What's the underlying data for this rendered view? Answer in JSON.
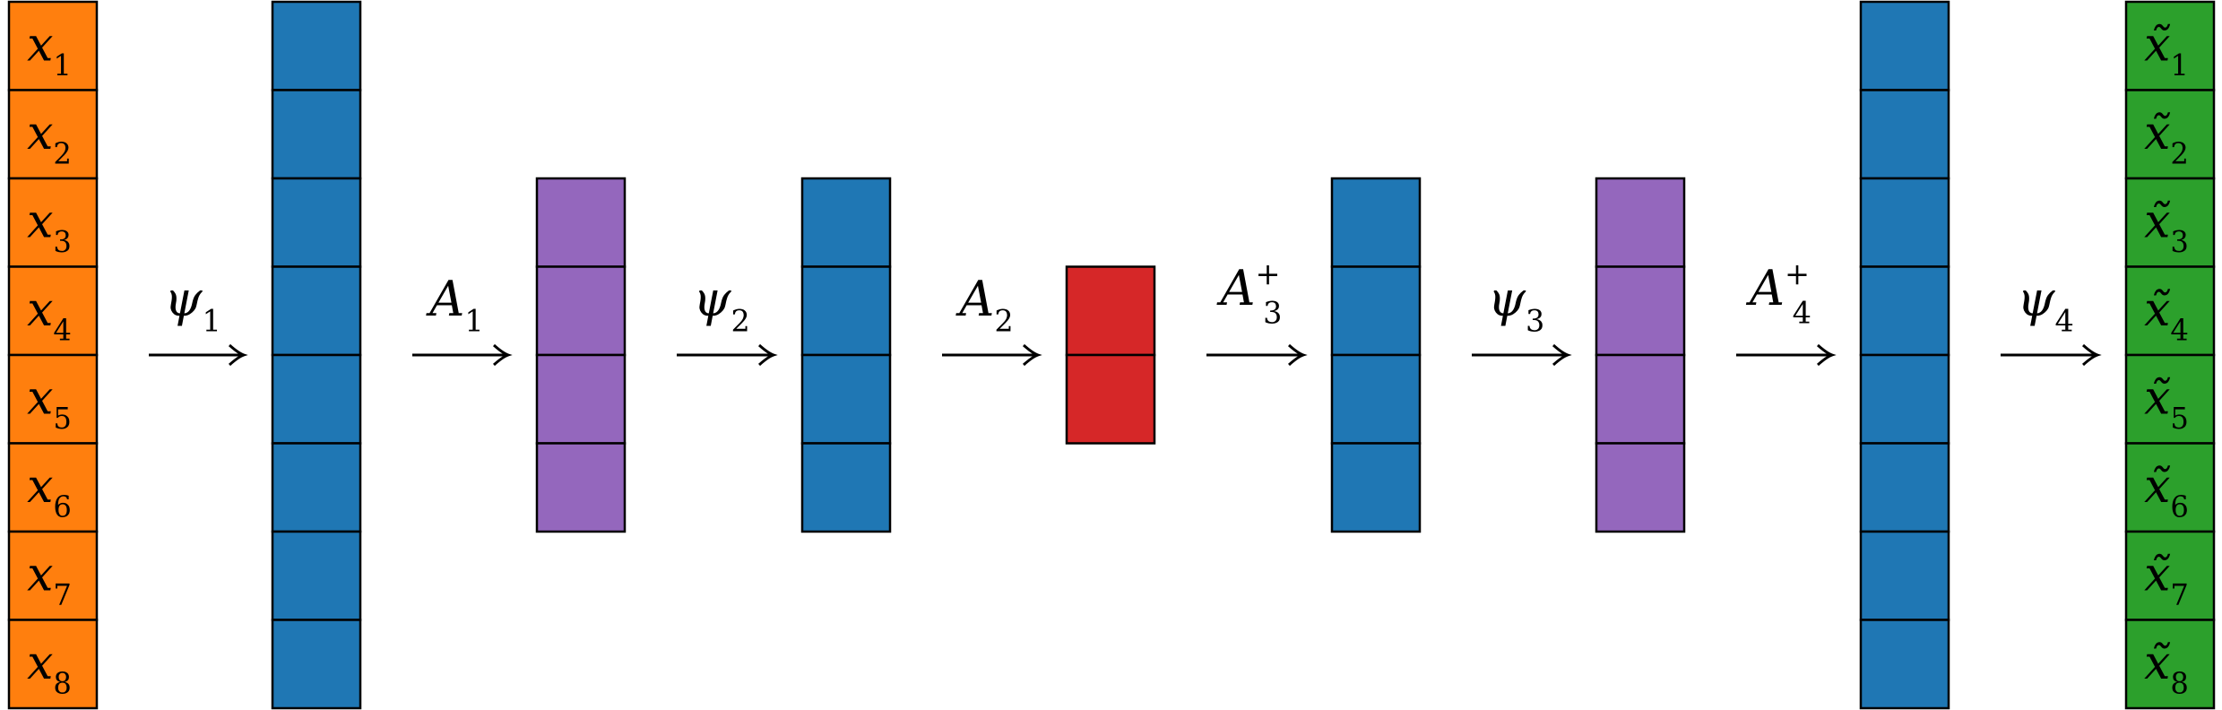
{
  "colors": {
    "input": "#ff7f0e",
    "hidden": "#1f77b4",
    "projection": "#9467bd",
    "latent": "#d62728",
    "output": "#2ca02c",
    "stroke": "#000000"
  },
  "input_column": {
    "labels": [
      {
        "base": "x",
        "sub": "1"
      },
      {
        "base": "x",
        "sub": "2"
      },
      {
        "base": "x",
        "sub": "3"
      },
      {
        "base": "x",
        "sub": "4"
      },
      {
        "base": "x",
        "sub": "5"
      },
      {
        "base": "x",
        "sub": "6"
      },
      {
        "base": "x",
        "sub": "7"
      },
      {
        "base": "x",
        "sub": "8"
      }
    ]
  },
  "output_column": {
    "labels": [
      {
        "base": "x̃",
        "sub": "1"
      },
      {
        "base": "x̃",
        "sub": "2"
      },
      {
        "base": "x̃",
        "sub": "3"
      },
      {
        "base": "x̃",
        "sub": "4"
      },
      {
        "base": "x̃",
        "sub": "5"
      },
      {
        "base": "x̃",
        "sub": "6"
      },
      {
        "base": "x̃",
        "sub": "7"
      },
      {
        "base": "x̃",
        "sub": "8"
      }
    ]
  },
  "hidden_columns": [
    {
      "name": "layer-h1",
      "cells": 8,
      "color": "hidden"
    },
    {
      "name": "layer-p1",
      "cells": 4,
      "color": "projection"
    },
    {
      "name": "layer-h2",
      "cells": 4,
      "color": "hidden"
    },
    {
      "name": "layer-latent",
      "cells": 2,
      "color": "latent"
    },
    {
      "name": "layer-h3",
      "cells": 4,
      "color": "hidden"
    },
    {
      "name": "layer-p2",
      "cells": 4,
      "color": "projection"
    },
    {
      "name": "layer-h4",
      "cells": 8,
      "color": "hidden"
    }
  ],
  "arrows": [
    {
      "base": "ψ",
      "sub": "1",
      "sup": ""
    },
    {
      "base": "A",
      "sub": "1",
      "sup": ""
    },
    {
      "base": "ψ",
      "sub": "2",
      "sup": ""
    },
    {
      "base": "A",
      "sub": "2",
      "sup": ""
    },
    {
      "base": "A",
      "sub": "3",
      "sup": "+"
    },
    {
      "base": "ψ",
      "sub": "3",
      "sup": ""
    },
    {
      "base": "A",
      "sub": "4",
      "sup": "+"
    },
    {
      "base": "ψ",
      "sub": "4",
      "sup": ""
    }
  ]
}
